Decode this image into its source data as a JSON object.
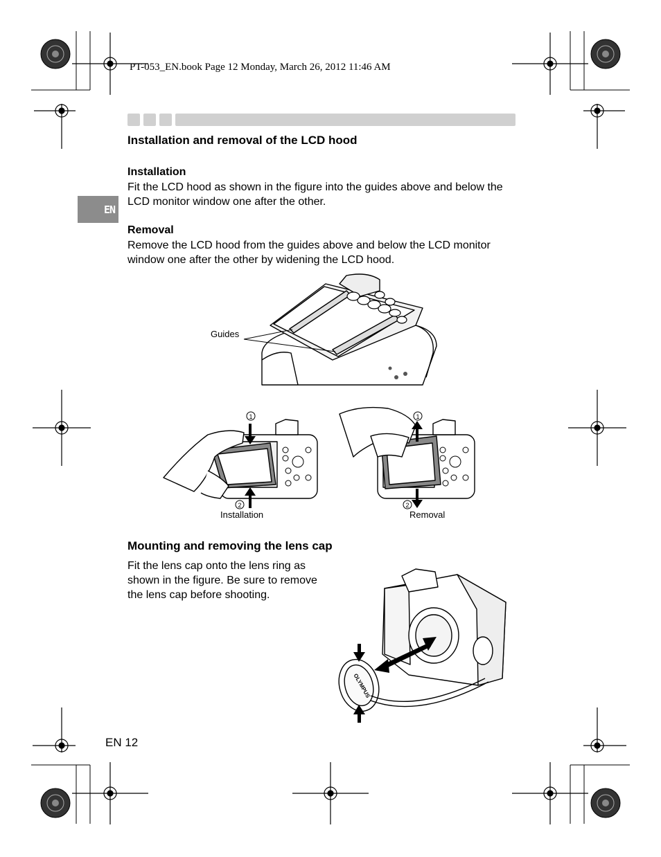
{
  "header": {
    "print_line": "PT-053_EN.book  Page 12  Monday, March 26, 2012  11:46 AM"
  },
  "lang_tab": "EN",
  "section1": {
    "title": "Installation and removal of the LCD hood",
    "installation": {
      "heading": "Installation",
      "text": "Fit the LCD hood as shown in the figure into the guides above and below the LCD monitor window one after the other."
    },
    "removal": {
      "heading": "Removal",
      "text": "Remove the LCD hood from the guides above and below the LCD monitor window one after the other by widening the LCD hood."
    },
    "figure_top": {
      "label": "Guides"
    },
    "figure_steps": {
      "left_caption": "Installation",
      "right_caption": "Removal",
      "step1": "1",
      "step2": "2"
    }
  },
  "section2": {
    "title": "Mounting and removing the lens cap",
    "text": "Fit the lens cap onto the lens ring as shown in the figure. Be sure to remove the lens cap before shooting.",
    "cap_brand": "OLYMPUS"
  },
  "footer": {
    "page_label": "EN 12"
  },
  "colors": {
    "tab_gray": "#8c8c8c",
    "bar_gray": "#d0d0d0"
  }
}
